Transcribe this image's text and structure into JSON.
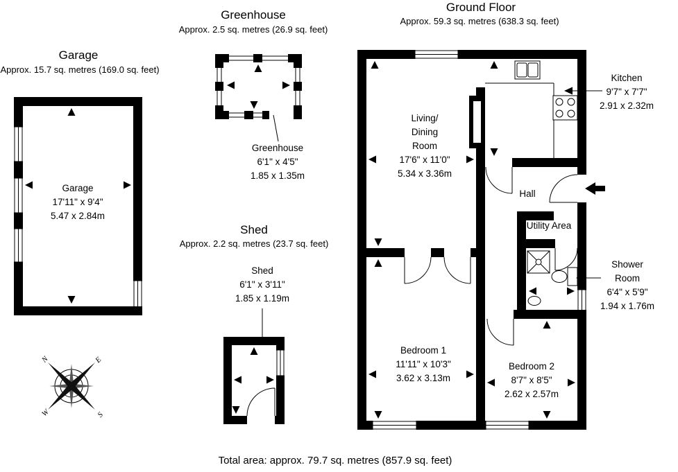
{
  "garage": {
    "title": "Garage",
    "area": "Approx. 15.7 sq. metres (169.0 sq. feet)",
    "label": {
      "name": "Garage",
      "imperial": "17'11\" x 9'4\"",
      "metric": "5.47 x 2.84m"
    }
  },
  "greenhouse": {
    "title": "Greenhouse",
    "area": "Approx. 2.5 sq. metres (26.9 sq. feet)",
    "label": {
      "name": "Greenhouse",
      "imperial": "6'1\" x 4'5\"",
      "metric": "1.85 x 1.35m"
    }
  },
  "shed": {
    "title": "Shed",
    "area": "Approx. 2.2 sq. metres (23.7 sq. feet)",
    "label": {
      "name": "Shed",
      "imperial": "6'1\" x 3'11\"",
      "metric": "1.85 x 1.19m"
    }
  },
  "ground_floor": {
    "title": "Ground Floor",
    "area": "Approx. 59.3 sq. metres (638.3 sq. feet)",
    "rooms": {
      "living": {
        "lines": [
          "Living/",
          "Dining",
          "Room"
        ],
        "imperial": "17'6\" x 11'0\"",
        "metric": "5.34 x 3.36m"
      },
      "kitchen": {
        "name": "Kitchen",
        "imperial": "9'7\" x 7'7\"",
        "metric": "2.91 x 2.32m"
      },
      "hall": {
        "name": "Hall"
      },
      "utility": {
        "name": "Utility Area"
      },
      "shower": {
        "lines": [
          "Shower",
          "Room"
        ],
        "imperial": "6'4\" x 5'9\"",
        "metric": "1.94 x 1.76m"
      },
      "bedroom1": {
        "name": "Bedroom 1",
        "imperial": "11'11\" x 10'3\"",
        "metric": "3.62 x 3.13m"
      },
      "bedroom2": {
        "name": "Bedroom 2",
        "imperial": "8'7\" x 8'5\"",
        "metric": "2.62 x 2.57m"
      }
    }
  },
  "compass": {
    "north": "N",
    "east": "E",
    "south": "S",
    "west": "W"
  },
  "footer": {
    "total_area": "Total area: approx. 79.7 sq. metres (857.9 sq. feet)"
  },
  "icons": [
    "compass-rose-icon",
    "entrance-arrow-icon",
    "sink-icon",
    "cooktop-icon",
    "shower-icon",
    "toilet-icon",
    "basin-icon",
    "door-arc",
    "window",
    "dimension-arrow"
  ],
  "colors": {
    "wall": "#000000",
    "background": "#ffffff",
    "line": "#000000"
  }
}
